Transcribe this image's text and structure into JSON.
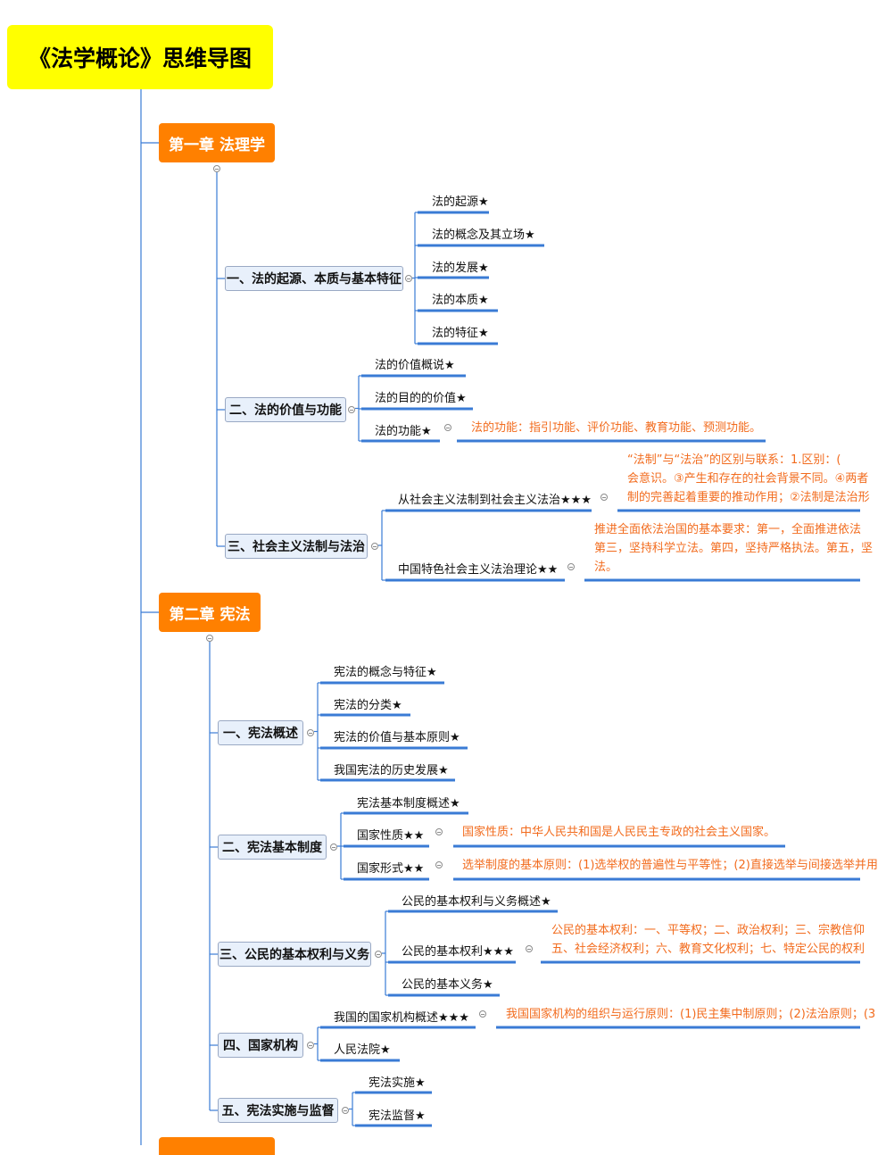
{
  "title": "《法学概论》思维导图",
  "chapter1": {
    "title": "第一章 法理学",
    "s1": {
      "title": "一、法的起源、本质与基本特征",
      "items": [
        "法的起源★",
        "法的概念及其立场★",
        "法的发展★",
        "法的本质★",
        "法的特征★"
      ]
    },
    "s2": {
      "title": "二、法的价值与功能",
      "items": [
        "法的价值概说★",
        "法的目的的价值★",
        "法的功能★"
      ],
      "note": "法的功能：指引功能、评价功能、教育功能、预测功能。"
    },
    "s3": {
      "title": "三、社会主义法制与法治",
      "items": [
        "从社会主义法制到社会主义法治★★★",
        "中国特色社会主义法治理论★★"
      ],
      "note1": [
        "“法制”与“法治”的区别与联系：1.区别：(",
        "会意识。③产生和存在的社会背景不同。④两者",
        "制的完善起着重要的推动作用；②法制是法治形"
      ],
      "note2": [
        "推进全面依法治国的基本要求：第一，全面推进依法",
        "第三，坚持科学立法。第四，坚持严格执法。第五，坚",
        "法。"
      ]
    }
  },
  "chapter2": {
    "title": "第二章 宪法",
    "s1": {
      "title": "一、宪法概述",
      "items": [
        "宪法的概念与特征★",
        "宪法的分类★",
        "宪法的价值与基本原则★",
        "我国宪法的历史发展★"
      ]
    },
    "s2": {
      "title": "二、宪法基本制度",
      "items": [
        "宪法基本制度概述★",
        "国家性质★★",
        "国家形式★★"
      ],
      "note1": "国家性质：中华人民共和国是人民民主专政的社会主义国家。",
      "note2": "选举制度的基本原则：(1)选举权的普遍性与平等性；(2)直接选举与间接选举并用"
    },
    "s3": {
      "title": "三、公民的基本权利与义务",
      "items": [
        "公民的基本权利与义务概述★",
        "公民的基本权利★★★",
        "公民的基本义务★"
      ],
      "note": [
        "公民的基本权利：一、平等权；二、政治权利；三、宗教信仰",
        "五、社会经济权利；六、教育文化权利；七、特定公民的权利"
      ]
    },
    "s4": {
      "title": "四、国家机构",
      "items": [
        "我国的国家机构概述★★★",
        "人民法院★"
      ],
      "note": "我国国家机构的组织与运行原则：(1)民主集中制原则；(2)法治原则；(3"
    },
    "s5": {
      "title": "五、宪法实施与监督",
      "items": [
        "宪法实施★",
        "宪法监督★"
      ]
    }
  },
  "colors": {
    "root": "#ffff00",
    "chapter": "#ff8000",
    "line": "#3a7bd5",
    "note": "#f26b1d"
  }
}
